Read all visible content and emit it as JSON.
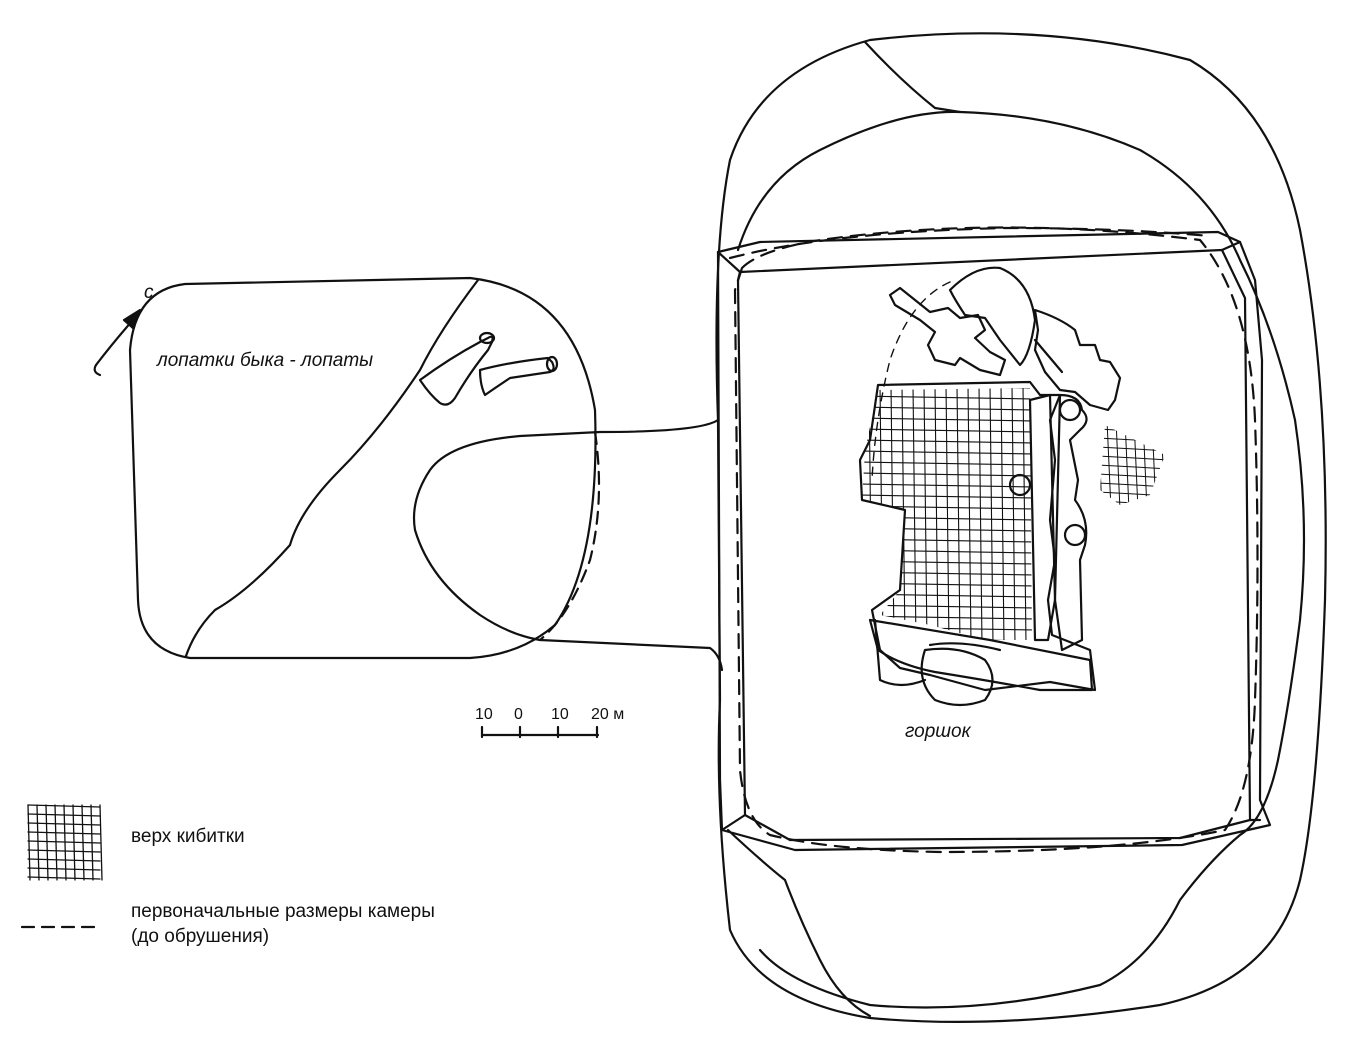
{
  "labels": {
    "north": "с",
    "bones": "лопатки быка - лопаты",
    "pot": "горшок"
  },
  "scale": {
    "ticks": [
      "10",
      "0",
      "10",
      "20 м"
    ]
  },
  "legend": {
    "wagon_top": "верх кибитки",
    "original_size_line1": "первоначальные размеры камеры",
    "original_size_line2": "(до обрушения)"
  },
  "colors": {
    "ink": "#111111",
    "paper": "#ffffff"
  }
}
